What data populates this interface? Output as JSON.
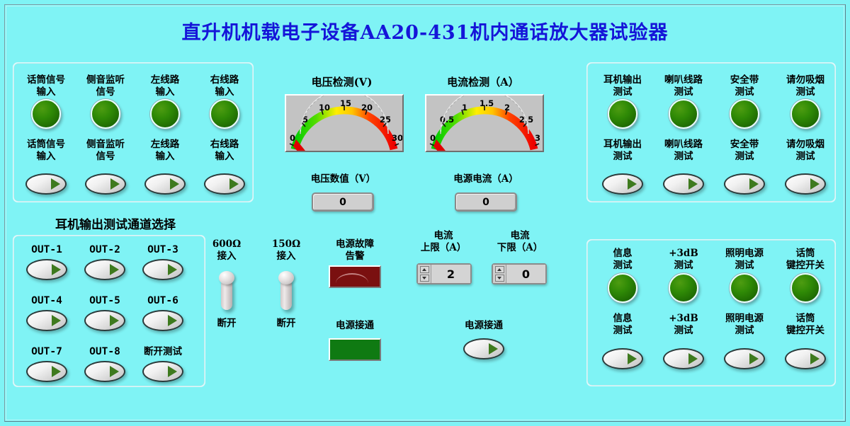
{
  "title": "直升机机载电子设备AA20-431机内通话放大器试验器",
  "colors": {
    "background": "#7ff3f5",
    "title": "#1515d8",
    "led_green": "#2f8a06",
    "alarm_red": "#7a1010",
    "power_green": "#0f7a12",
    "panel_border": "#dff9fb"
  },
  "input_panel": {
    "channels": [
      {
        "indicator_label": "话筒信号\n输入",
        "button_label": "话筒信号\n输入",
        "led_state": "on"
      },
      {
        "indicator_label": "侧音监听\n信号",
        "button_label": "侧音监听\n信号",
        "led_state": "on"
      },
      {
        "indicator_label": "左线路\n输入",
        "button_label": "左线路\n输入",
        "led_state": "on"
      },
      {
        "indicator_label": "右线路\n输入",
        "button_label": "右线路\n输入",
        "led_state": "on"
      }
    ]
  },
  "meters": {
    "voltage": {
      "title": "电压检测(V)",
      "ticks": [
        "0",
        "5",
        "10",
        "15",
        "20",
        "25",
        "30"
      ],
      "min": 0,
      "max": 30,
      "value": 0,
      "unit": "V"
    },
    "current": {
      "title": "电流检测（A）",
      "ticks": [
        "0",
        "0.5",
        "1",
        "1.5",
        "2",
        "2.5",
        "3"
      ],
      "min": 0,
      "max": 3,
      "value": 0,
      "unit": "A"
    }
  },
  "readouts": [
    {
      "label": "电压数值（V）",
      "value": "0"
    },
    {
      "label": "电源电流（A）",
      "value": "0"
    }
  ],
  "test_panel_top": {
    "channels": [
      {
        "indicator_label": "耳机输出\n测试",
        "button_label": "耳机输出\n测试",
        "led_state": "on"
      },
      {
        "indicator_label": "喇叭线路\n测试",
        "button_label": "喇叭线路\n测试",
        "led_state": "on"
      },
      {
        "indicator_label": "安全带\n测试",
        "button_label": "安全带\n测试",
        "led_state": "on"
      },
      {
        "indicator_label": "请勿吸烟\n测试",
        "button_label": "请勿吸烟\n测试",
        "led_state": "on"
      }
    ]
  },
  "channel_select": {
    "heading": "耳机输出测试通道选择",
    "buttons": [
      "OUT-1",
      "OUT-2",
      "OUT-3",
      "OUT-4",
      "OUT-5",
      "OUT-6",
      "OUT-7",
      "OUT-8",
      "断开测试"
    ]
  },
  "load_switches": [
    {
      "top_label": "600Ω\n接入",
      "bottom_label": "断开",
      "state": "off"
    },
    {
      "top_label": "150Ω\n接入",
      "bottom_label": "断开",
      "state": "off"
    }
  ],
  "indicators": [
    {
      "label": "电源故障\n告警",
      "type": "alarm",
      "state": "off"
    },
    {
      "label": "电源接通",
      "type": "power",
      "state": "on"
    }
  ],
  "limits": [
    {
      "label": "电流\n上限（A）",
      "value": "2"
    },
    {
      "label": "电流\n下限（A）",
      "value": "0"
    }
  ],
  "power_button": {
    "label": "电源接通"
  },
  "test_panel_bottom": {
    "channels": [
      {
        "indicator_label": "信息\n测试",
        "button_label": "信息\n测试",
        "led_state": "on"
      },
      {
        "indicator_label": "+3dB\n测试",
        "button_label": "+3dB\n测试",
        "led_state": "on"
      },
      {
        "indicator_label": "照明电源\n测试",
        "button_label": "照明电源\n测试",
        "led_state": "on"
      },
      {
        "indicator_label": "话筒\n键控开关",
        "button_label": "话筒\n键控开关",
        "led_state": "on"
      }
    ]
  }
}
